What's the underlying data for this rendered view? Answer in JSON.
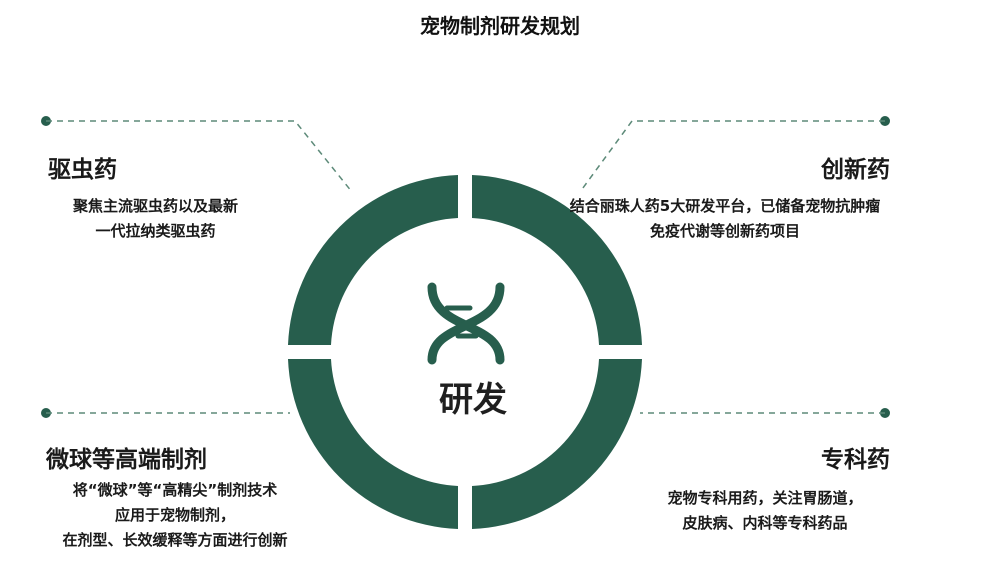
{
  "title": "宠物制剂研发规划",
  "colors": {
    "accent": "#275e4d",
    "dash": "#5d8a79",
    "text": "#1a1a1a"
  },
  "center": {
    "label": "研发",
    "icon": "dna-helix-icon"
  },
  "sections": [
    {
      "id": "antiparasitic",
      "heading": "驱虫药",
      "lines": [
        "聚焦主流驱虫药以及最新",
        "一代拉纳类驱虫药"
      ]
    },
    {
      "id": "innovative",
      "heading": "创新药",
      "lines": [
        "结合丽珠人药5大研发平台，已储备宠物抗肿瘤",
        "免疫代谢等创新药项目"
      ]
    },
    {
      "id": "formulation",
      "heading": "微球等高端制剂",
      "lines": [
        "将“微球”等“高精尖”制剂技术",
        "应用于宠物制剂，",
        "在剂型、长效缓释等方面进行创新"
      ]
    },
    {
      "id": "specialty",
      "heading": "专科药",
      "lines": [
        "宠物专科用药，关注胃肠道，",
        "皮肤病、内科等专科药品"
      ]
    }
  ]
}
